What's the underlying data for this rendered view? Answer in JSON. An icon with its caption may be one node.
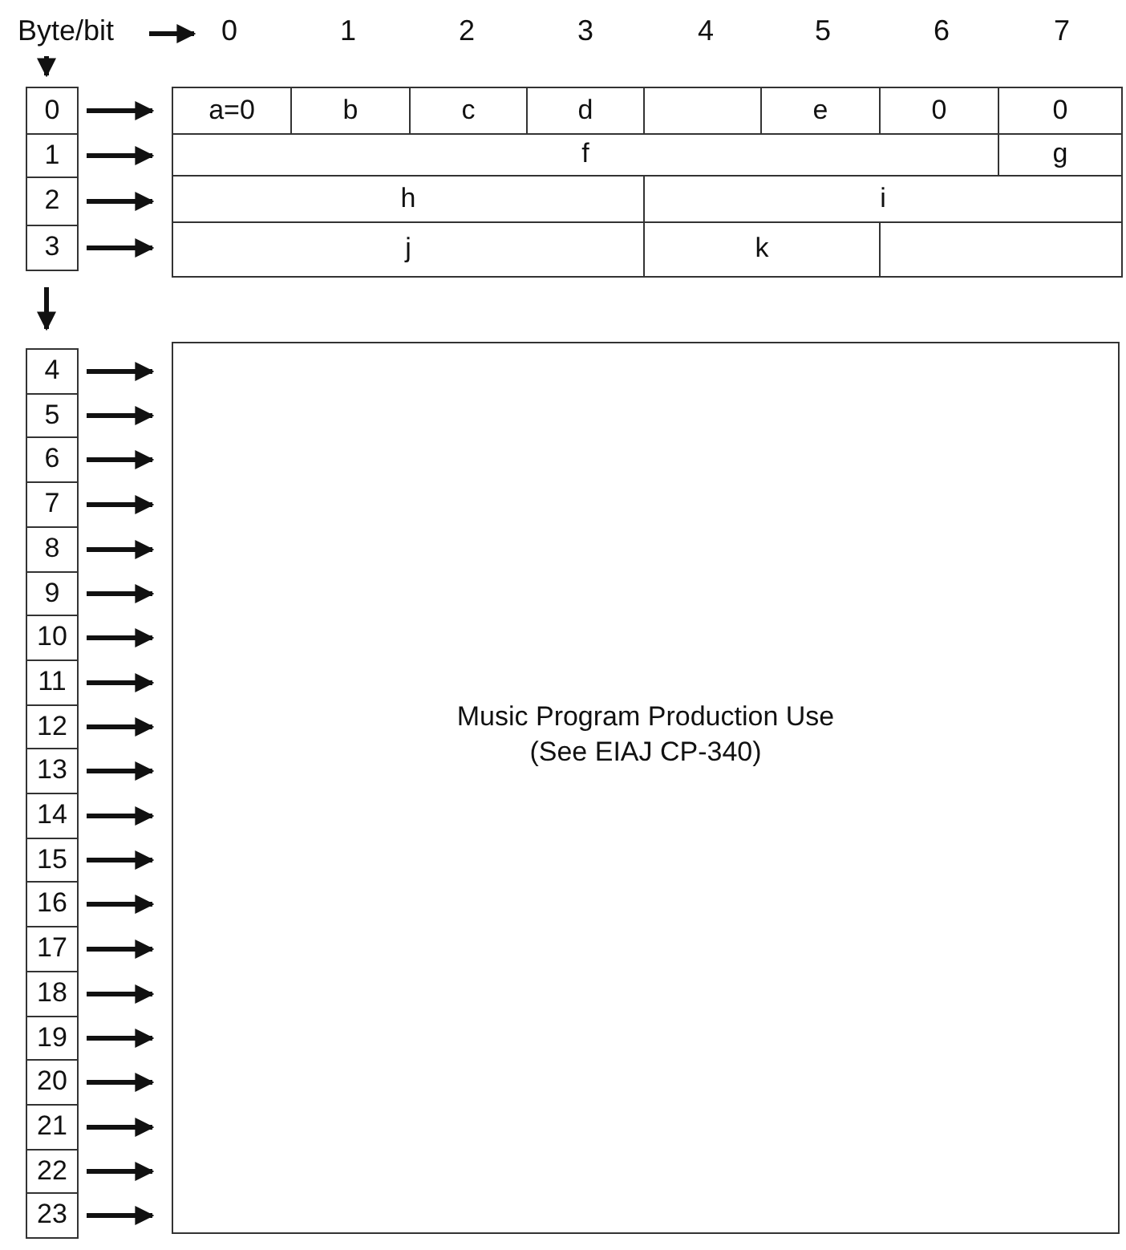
{
  "diagram": {
    "nodes": [
      {
        "text": [
          "0"
        ]
      },
      {
        "text": [
          "a=0"
        ]
      },
      {
        "text": [
          "b"
        ]
      },
      {
        "text": [
          "c"
        ]
      },
      {
        "text": [
          "d"
        ]
      },
      {
        "text": [],
        "shape": "box"
      },
      {
        "text": [
          "e"
        ]
      },
      {
        "text": [
          "0"
        ]
      },
      {
        "text": [
          "0"
        ]
      },
      {
        "text": [
          "1"
        ]
      },
      {
        "text": [
          "f"
        ]
      },
      {
        "text": [
          "g"
        ]
      },
      {
        "text": [
          "2"
        ]
      },
      {
        "text": [
          "h"
        ]
      },
      {
        "text": [
          "i"
        ]
      },
      {
        "text": [
          "3"
        ]
      },
      {
        "text": [
          "j"
        ]
      },
      {
        "text": [
          "k"
        ]
      },
      {
        "text": [],
        "shape": "box"
      },
      {
        "text": [
          "4"
        ]
      },
      {
        "text": [
          "5"
        ]
      },
      {
        "text": [
          "6"
        ]
      },
      {
        "text": [
          "7"
        ]
      },
      {
        "text": [
          "8"
        ]
      },
      {
        "text": [
          "9"
        ]
      },
      {
        "text": [
          "10"
        ]
      },
      {
        "text": [
          "11"
        ]
      },
      {
        "text": [
          "12"
        ]
      },
      {
        "text": [
          "13"
        ]
      },
      {
        "text": [
          "14"
        ]
      },
      {
        "text": [
          "15"
        ]
      },
      {
        "text": [
          "16"
        ]
      },
      {
        "text": [
          "17"
        ]
      },
      {
        "text": [
          "18"
        ]
      },
      {
        "text": [
          "19"
        ]
      },
      {
        "text": [
          "20"
        ]
      },
      {
        "text": [
          "21"
        ]
      },
      {
        "text": [
          "22"
        ]
      },
      {
        "text": [
          "23"
        ]
      },
      {
        "text": [
          "Music Program Production Use (See EIAJ CP-340)"
        ]
      }
    ],
    "edges": [
      {
        "from": 0,
        "to": 1,
        "arrow": "to"
      },
      {
        "from": 9,
        "to": 10,
        "arrow": "to"
      },
      {
        "from": 12,
        "to": 13,
        "arrow": "to"
      },
      {
        "from": 15,
        "to": 16,
        "arrow": "to"
      },
      {
        "from": 19,
        "to": 39,
        "arrow": "to"
      },
      {
        "from": 20,
        "to": 39,
        "arrow": "to"
      },
      {
        "from": 21,
        "to": 39,
        "arrow": "to"
      },
      {
        "from": 22,
        "to": 39,
        "arrow": "to"
      },
      {
        "from": 23,
        "to": 39,
        "arrow": "to"
      },
      {
        "from": 24,
        "to": 39,
        "arrow": "to"
      },
      {
        "from": 25,
        "to": 39,
        "arrow": "to"
      },
      {
        "from": 26,
        "to": 39,
        "arrow": "to"
      },
      {
        "from": 27,
        "to": 39,
        "arrow": "to"
      },
      {
        "from": 28,
        "to": 39,
        "arrow": "to"
      },
      {
        "from": 29,
        "to": 39,
        "arrow": "to"
      },
      {
        "from": 30,
        "to": 39,
        "arrow": "to"
      },
      {
        "from": 31,
        "to": 39,
        "arrow": "to"
      },
      {
        "from": 32,
        "to": 39,
        "arrow": "to"
      },
      {
        "from": 33,
        "to": 39,
        "arrow": "to"
      },
      {
        "from": 34,
        "to": 39,
        "arrow": "to"
      },
      {
        "from": 35,
        "to": 39,
        "arrow": "to"
      },
      {
        "from": 36,
        "to": 39,
        "arrow": "to"
      },
      {
        "from": 37,
        "to": 39,
        "arrow": "to"
      },
      {
        "from": 38,
        "to": 39,
        "arrow": "to"
      }
    ],
    "labels": [
      "Byte/bit",
      "0",
      "1",
      "2",
      "3",
      "4",
      "5",
      "6",
      "7"
    ]
  }
}
